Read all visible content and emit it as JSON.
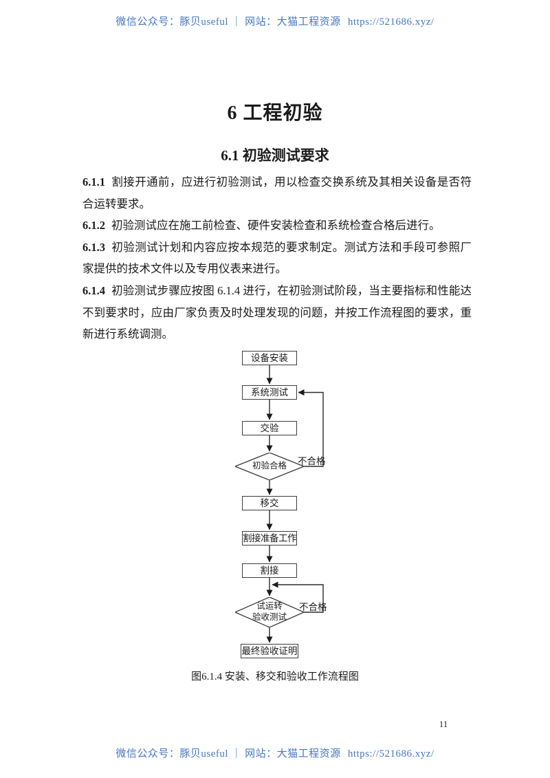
{
  "header": {
    "prefix": "微信公众号：豚贝useful ｜ 网站：大猫工程资源",
    "url": "https://521686.xyz/"
  },
  "document": {
    "title": "6 工程初验",
    "section_heading": "6.1 初验测试要求",
    "paragraphs": [
      {
        "num": "6.1.1",
        "text": "割接开通前，应进行初验测试，用以检查交换系统及其相关设备是否符合运转要求。"
      },
      {
        "num": "6.1.2",
        "text": "初验测试应在施工前检查、硬件安装检查和系统检查合格后进行。"
      },
      {
        "num": "6.1.3",
        "text": "初验测试计划和内容应按本规范的要求制定。测试方法和手段可参照厂家提供的技术文件以及专用仪表来进行。"
      },
      {
        "num": "6.1.4",
        "text": "初验测试步骤应按图 6.1.4 进行，在初验测试阶段，当主要指标和性能达不到要求时，应由厂家负责及时处理发现的问题，并按工作流程图的要求，重新进行系统调测。"
      }
    ]
  },
  "flowchart": {
    "nodes": [
      "设备安装",
      "系统测试",
      "交验",
      "初验合格",
      "移交",
      "割接准备工作",
      "割接",
      "试运转\n验收测试",
      "最终验收证明"
    ],
    "fail_label_1": "不合格",
    "fail_label_2": "不合格",
    "caption": "图6.1.4 安装、移交和验收工作流程图"
  },
  "page_number": "11",
  "footer": {
    "prefix": "微信公众号：豚贝useful ｜ 网站：大猫工程资源",
    "url": "https://521686.xyz/"
  },
  "colors": {
    "link_blue": "#4577c2",
    "body_text": "#1b1b1b",
    "flow_line": "#2b2b2b"
  }
}
